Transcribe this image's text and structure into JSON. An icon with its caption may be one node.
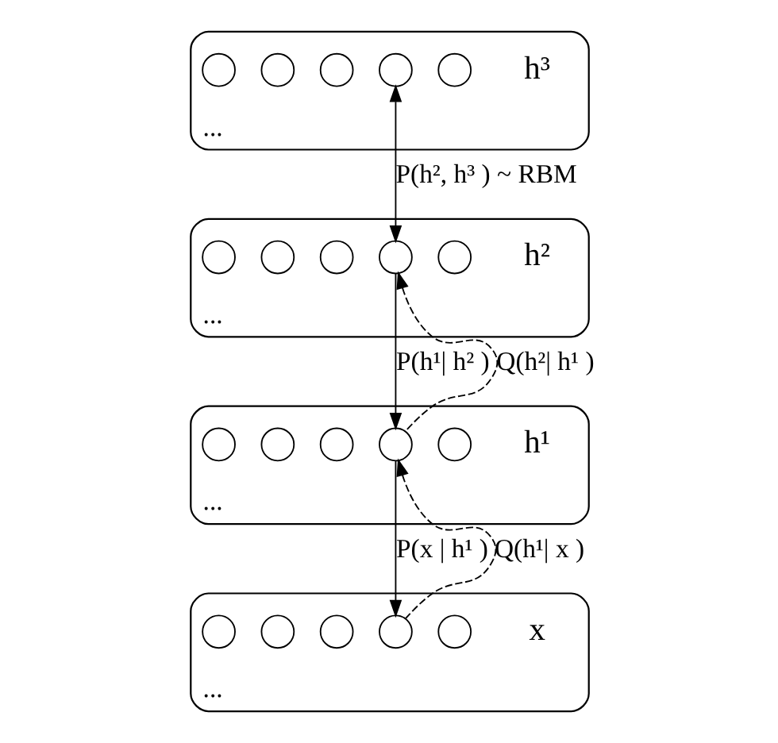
{
  "diagram": {
    "nodes": [
      {
        "text": [
          "..."
        ],
        "beside": [
          "h³"
        ]
      },
      {
        "text": [],
        "shape": "circle",
        "in": 0
      },
      {
        "text": [],
        "shape": "circle",
        "in": 0
      },
      {
        "text": [],
        "shape": "circle",
        "in": 0
      },
      {
        "text": [],
        "shape": "circle",
        "in": 0
      },
      {
        "text": [],
        "shape": "circle",
        "in": 0
      },
      {
        "text": [
          "..."
        ],
        "beside": [
          "h²"
        ]
      },
      {
        "text": [],
        "shape": "circle",
        "in": 6
      },
      {
        "text": [],
        "shape": "circle",
        "in": 6
      },
      {
        "text": [],
        "shape": "circle",
        "in": 6
      },
      {
        "text": [],
        "shape": "circle",
        "in": 6
      },
      {
        "text": [],
        "shape": "circle",
        "in": 6
      },
      {
        "text": [
          "..."
        ],
        "beside": [
          "h¹"
        ]
      },
      {
        "text": [],
        "shape": "circle",
        "in": 12
      },
      {
        "text": [],
        "shape": "circle",
        "in": 12
      },
      {
        "text": [],
        "shape": "circle",
        "in": 12
      },
      {
        "text": [],
        "shape": "circle",
        "in": 12
      },
      {
        "text": [],
        "shape": "circle",
        "in": 12
      },
      {
        "text": [
          "..."
        ],
        "beside": [
          "x"
        ]
      },
      {
        "text": [],
        "shape": "circle",
        "in": 18
      },
      {
        "text": [],
        "shape": "circle",
        "in": 18
      },
      {
        "text": [],
        "shape": "circle",
        "in": 18
      },
      {
        "text": [],
        "shape": "circle",
        "in": 18
      },
      {
        "text": [],
        "shape": "circle",
        "in": 18
      }
    ],
    "edges": [
      {
        "from": 4,
        "to": 10,
        "arrow": "both",
        "label": "P(h², h³ ) ~ RBM"
      },
      {
        "from": 10,
        "to": 16,
        "arrow": "to",
        "label": "P(h¹| h² )"
      },
      {
        "from": 16,
        "to": 10,
        "arrow": "to",
        "label": "Q(h²| h¹ )",
        "style": "dashed"
      },
      {
        "from": 16,
        "to": 22,
        "arrow": "to",
        "label": "P(x | h¹ )"
      },
      {
        "from": 22,
        "to": 16,
        "arrow": "to",
        "label": "Q(h¹| x )",
        "style": "dashed"
      }
    ]
  }
}
